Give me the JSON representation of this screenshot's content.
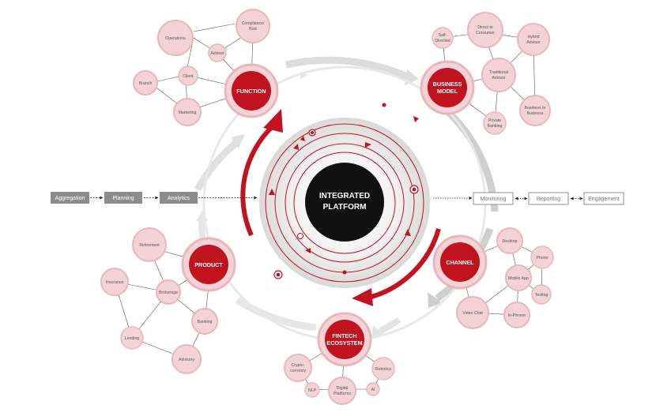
{
  "center": {
    "line1": "INTEGRATED",
    "line2": "PLATFORM"
  },
  "hubs": {
    "function": {
      "line1": "FUNCTION"
    },
    "business_model": {
      "line1": "BUSINESS",
      "line2": "MODEL"
    },
    "product": {
      "line1": "PRODUCT"
    },
    "channel": {
      "line1": "CHANNEL"
    },
    "fintech": {
      "line1": "FINTECH",
      "line2": "ECOSYSTEM"
    }
  },
  "function_nodes": {
    "operations": [
      "Operations"
    ],
    "compliance": [
      "Compliance/",
      "Risk"
    ],
    "advisor": [
      "Advisor"
    ],
    "branch": [
      "Branch"
    ],
    "client": [
      "Client"
    ],
    "marketing": [
      "Marketing"
    ]
  },
  "business_nodes": {
    "self_directed": [
      "Self-",
      "Directed"
    ],
    "direct_consumer": [
      "Direct to",
      "Consumer"
    ],
    "hybrid": [
      "Hybrid",
      "Advisor"
    ],
    "traditional": [
      "Traditional",
      "Advisor"
    ],
    "b2b": [
      "Business to",
      "Business"
    ],
    "private_banking": [
      "Private",
      "Banking"
    ]
  },
  "product_nodes": {
    "retirement": [
      "Retirement"
    ],
    "insurance": [
      "Insurance"
    ],
    "brokerage": [
      "Brokerage"
    ],
    "banking": [
      "Banking"
    ],
    "lending": [
      "Lending"
    ],
    "advisory": [
      "Advisory"
    ]
  },
  "channel_nodes": {
    "desktop": [
      "Desktop"
    ],
    "phone": [
      "Phone"
    ],
    "mobile_app": [
      "Mobile App"
    ],
    "texting": [
      "Texting"
    ],
    "video_chat": [
      "Video Chat"
    ],
    "in_person": [
      "In-Person"
    ]
  },
  "fintech_nodes": {
    "crypto": [
      "Crypto-",
      "currency"
    ],
    "robotics": [
      "Robotics"
    ],
    "nlp": [
      "NLP"
    ],
    "digital_platforms": [
      "Digital",
      "Platforms"
    ],
    "ai": [
      "AI"
    ]
  },
  "flow_left": [
    "Aggregation",
    "Planning",
    "Analytics"
  ],
  "flow_right": [
    "Monitoring",
    "Reporting",
    "Engagement"
  ],
  "colors": {
    "red": "#c1121f",
    "node_fill": "#f3d3d6",
    "node_stroke": "#e8b7bc",
    "gray_box": "#8c8c8c",
    "arrow_gray": "#d5d5d5"
  }
}
